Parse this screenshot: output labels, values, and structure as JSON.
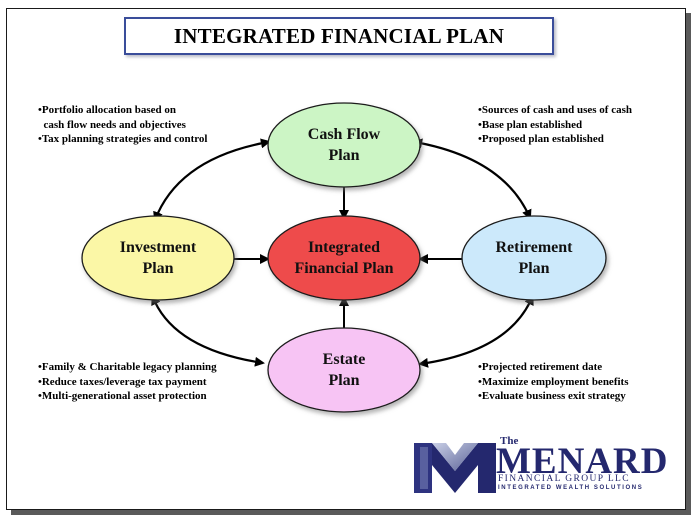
{
  "title": "INTEGRATED FINANCIAL PLAN",
  "nodes": {
    "cash_flow": {
      "line1": "Cash Flow",
      "line2": "Plan",
      "color": "#ccf5c5"
    },
    "investment": {
      "line1": "Investment",
      "line2": "Plan",
      "color": "#fbf7a6"
    },
    "integrated": {
      "line1": "Integrated",
      "line2": "Financial Plan",
      "color": "#ee4b4b"
    },
    "retirement": {
      "line1": "Retirement",
      "line2": "Plan",
      "color": "#cce9fb"
    },
    "estate": {
      "line1": "Estate",
      "line2": "Plan",
      "color": "#f7c4f4"
    }
  },
  "notes": {
    "top_left": [
      "•Portfolio allocation based on",
      "  cash flow needs and objectives",
      "•Tax planning strategies and control"
    ],
    "top_right": [
      "•Sources of cash and uses of cash",
      "•Base plan established",
      "•Proposed plan established"
    ],
    "bottom_left": [
      "•Family & Charitable legacy planning",
      "•Reduce taxes/leverage tax payment",
      "•Multi-generational asset protection"
    ],
    "bottom_right": [
      "•Projected retirement date",
      "•Maximize employment benefits",
      "•Evaluate business exit strategy"
    ]
  },
  "logo": {
    "the": "The",
    "name": "MENARD",
    "sub1": "FINANCIAL GROUP LLC",
    "sub2": "INTEGRATED WEALTH SOLUTIONS",
    "color": "#24286e"
  }
}
